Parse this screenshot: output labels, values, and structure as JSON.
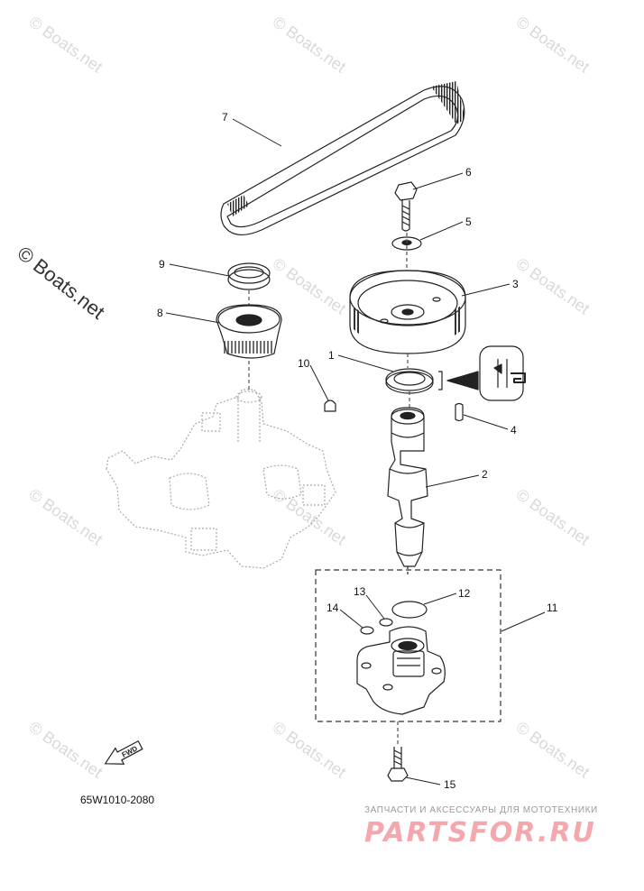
{
  "watermarks": {
    "text": "© Boats.net",
    "color": "#d9d9d9"
  },
  "copyright": "© Boats.net",
  "drawing_code": "65W1010-2080",
  "fwd_label": "FWD",
  "callouts": {
    "c1": "1",
    "c2": "2",
    "c3": "3",
    "c4": "4",
    "c5": "5",
    "c6": "6",
    "c7": "7",
    "c8": "8",
    "c9": "9",
    "c10": "10",
    "c11": "11",
    "c12": "12",
    "c13": "13",
    "c14": "14",
    "c15": "15"
  },
  "shop": {
    "tagline": "ЗАПЧАСТИ И АКСЕССУАРЫ ДЛЯ МОТОТЕХНИКИ",
    "logo": "PARTSFOR.RU",
    "logo_color": "#f4a7ad"
  }
}
